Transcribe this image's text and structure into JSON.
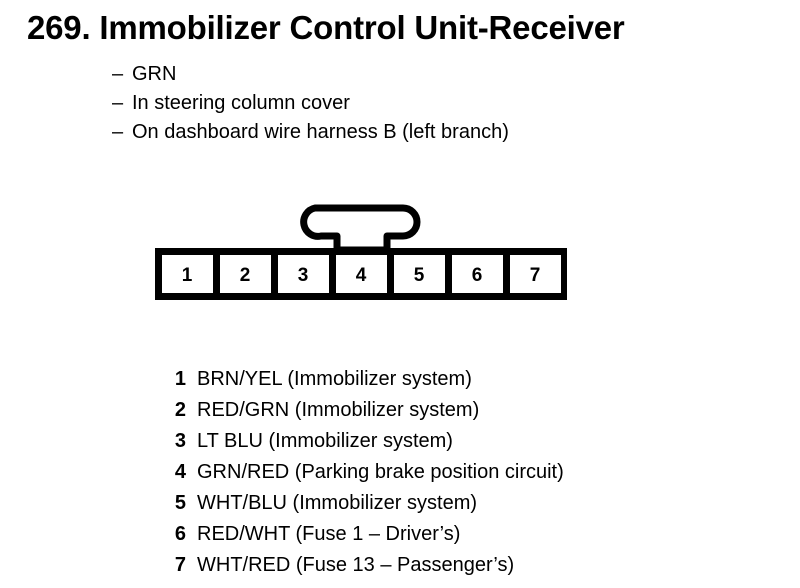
{
  "page": {
    "title": "269. Immobilizer Control Unit-Receiver",
    "background_color": "#ffffff",
    "ink_color": "#000000"
  },
  "description": {
    "dash": "–",
    "lines": [
      {
        "text": "GRN"
      },
      {
        "text": "In steering column cover"
      },
      {
        "text": "On dashboard wire harness B (left branch)"
      }
    ]
  },
  "connector": {
    "name": "7-cavity connector",
    "pin_count": 7,
    "locking_tab": "locking-tab",
    "pins": [
      {
        "number": "1"
      },
      {
        "number": "2"
      },
      {
        "number": "3"
      },
      {
        "number": "4"
      },
      {
        "number": "5"
      },
      {
        "number": "6"
      },
      {
        "number": "7"
      }
    ]
  },
  "legend": {
    "rows": [
      {
        "pin": "1",
        "description": "BRN/YEL (Immobilizer system)"
      },
      {
        "pin": "2",
        "description": "RED/GRN (Immobilizer system)"
      },
      {
        "pin": "3",
        "description": "LT BLU (Immobilizer system)"
      },
      {
        "pin": "4",
        "description": "GRN/RED (Parking brake position circuit)"
      },
      {
        "pin": "5",
        "description": "WHT/BLU (Immobilizer system)"
      },
      {
        "pin": "6",
        "description": "RED/WHT (Fuse 1 – Driver’s)"
      },
      {
        "pin": "7",
        "description": "WHT/RED (Fuse 13 – Passenger’s)"
      }
    ]
  }
}
